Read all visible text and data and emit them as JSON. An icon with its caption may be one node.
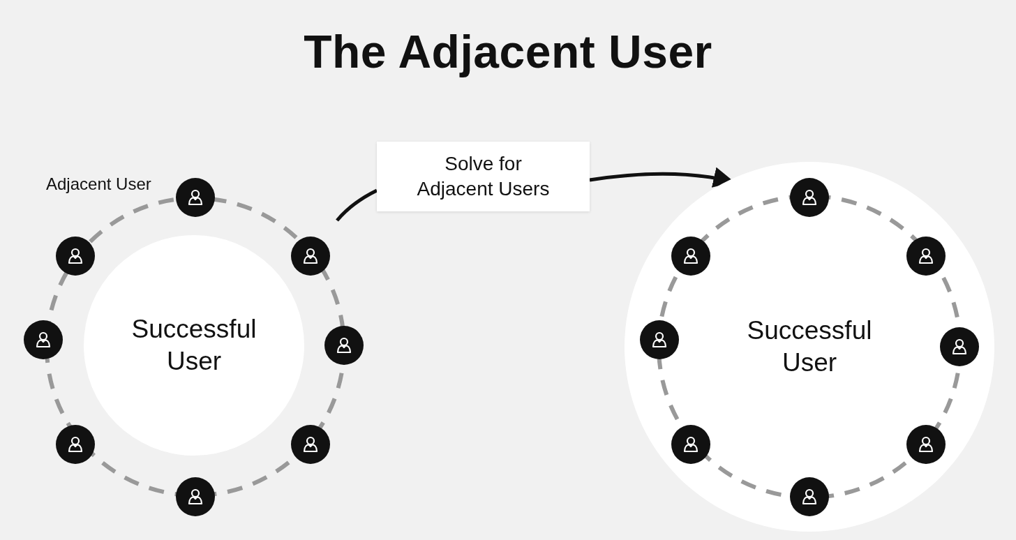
{
  "diagram": {
    "title": "The Adjacent User",
    "nodes": [
      {
        "text": [
          "Successful User"
        ]
      },
      {
        "text": [],
        "shape": "person",
        "beside": [
          "Adjacent User"
        ]
      },
      {
        "text": [],
        "shape": "person"
      },
      {
        "text": [],
        "shape": "person"
      },
      {
        "text": [],
        "shape": "person"
      },
      {
        "text": [],
        "shape": "person"
      },
      {
        "text": [],
        "shape": "person"
      },
      {
        "text": [],
        "shape": "person"
      },
      {
        "text": [],
        "shape": "person"
      },
      {
        "text": [
          "Solve for Adjacent Users"
        ]
      },
      {
        "text": [
          "Successful User"
        ]
      },
      {
        "text": [],
        "shape": "person",
        "in": 10
      },
      {
        "text": [],
        "shape": "person",
        "in": 10
      },
      {
        "text": [],
        "shape": "person",
        "in": 10
      },
      {
        "text": [],
        "shape": "person",
        "in": 10
      },
      {
        "text": [],
        "shape": "person",
        "in": 10
      },
      {
        "text": [],
        "shape": "person",
        "in": 10
      },
      {
        "text": [],
        "shape": "person",
        "in": 10
      },
      {
        "text": [],
        "shape": "person",
        "in": 10
      }
    ],
    "edges": [
      {
        "from": null,
        "to": 9,
        "arrow": "none"
      },
      {
        "from": 9,
        "to": 10,
        "arrow": "to"
      }
    ]
  }
}
